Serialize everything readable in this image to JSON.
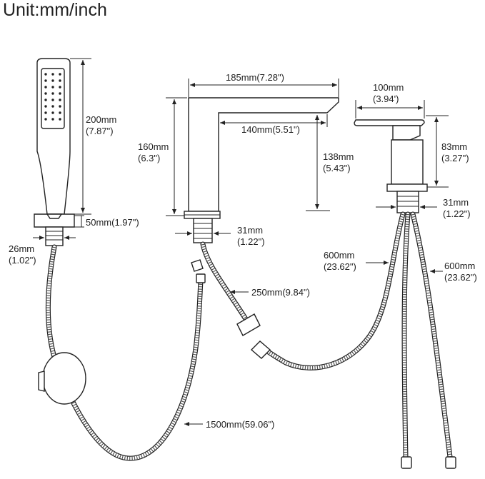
{
  "title": "Unit:mm/inch",
  "hand_shower": {
    "height": "200mm",
    "height_in": "(7.87\")",
    "base": "50mm(1.97\")",
    "thread": "26mm",
    "thread_in": "(1.02\")",
    "hose": "1500mm(59.06\")"
  },
  "spout": {
    "length": "185mm(7.28\")",
    "reach": "140mm(5.51\")",
    "height": "160mm",
    "height_in": "(6.3\")",
    "outlet_height": "138mm",
    "outlet_height_in": "(5.43\")",
    "thread": "31mm",
    "thread_in": "(1.22\")",
    "hose": "250mm(9.84\")"
  },
  "mixer": {
    "handle_length": "100mm",
    "handle_length_in": "(3.94')",
    "height": "83mm",
    "height_in": "(3.27\")",
    "thread": "31mm",
    "thread_in": "(1.22\")",
    "hose_left": "600mm",
    "hose_left_in": "(23.62\")",
    "hose_right": "600mm",
    "hose_right_in": "(23.62\")"
  }
}
